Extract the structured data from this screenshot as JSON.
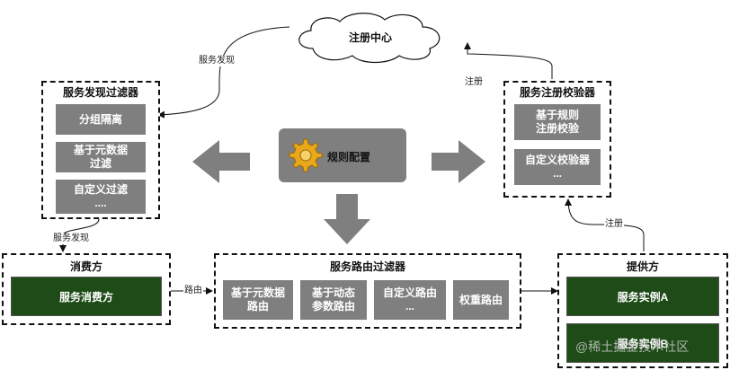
{
  "registry": {
    "label": "注册中心"
  },
  "discovery_filter": {
    "title": "服务发现过滤器",
    "items": [
      "分组隔离",
      "基于元数据\n过滤",
      "自定义过滤\n...."
    ]
  },
  "rule_config": {
    "label": "规则配置"
  },
  "validator": {
    "title": "服务注册校验器",
    "items": [
      "基于规则\n注册校验",
      "自定义校验器\n..."
    ]
  },
  "consumer": {
    "title": "消费方",
    "item": "服务消费方"
  },
  "router": {
    "title": "服务路由过滤器",
    "items": [
      "基于元数据\n路由",
      "基于动态\n参数路由",
      "自定义路由\n...",
      "权重路由"
    ]
  },
  "provider": {
    "title": "提供方",
    "items": [
      "服务实例A",
      "服务实例B"
    ]
  },
  "edge_labels": {
    "discovery_top": "服务发现",
    "discovery_bottom": "服务发现",
    "register_top": "注册",
    "register_bottom": "注册",
    "routing": "路由"
  },
  "watermark": "@稀土掘金技术社区",
  "colors": {
    "gray_box": "#7f7f7f",
    "green_box": "#1e4b17",
    "arrow": "#7f7f7f"
  }
}
